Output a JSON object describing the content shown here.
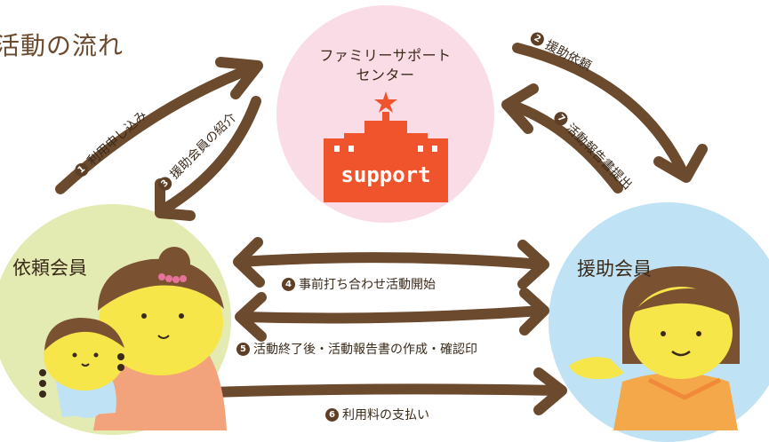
{
  "title": "活動の流れ",
  "center": {
    "line1": "ファミリーサポート",
    "line2": "センター",
    "sign": "support"
  },
  "roles": {
    "left": "依頼会員",
    "right": "援助会員"
  },
  "steps": [
    {
      "num": "1",
      "text": "利用申し込み"
    },
    {
      "num": "2",
      "text": "援助依頼"
    },
    {
      "num": "3",
      "text": "援助会員の紹介"
    },
    {
      "num": "4",
      "text": "事前打ち合わせ活動開始"
    },
    {
      "num": "5",
      "text": "活動終了後・活動報告書の作成・確認印"
    },
    {
      "num": "6",
      "text": "利用料の支払い"
    },
    {
      "num": "7",
      "text": "活動報告書提出"
    }
  ],
  "colors": {
    "arrow": "#6b4a2e",
    "center_circle": "#f9dce6",
    "left_circle": "#e3ebb3",
    "right_circle": "#bfe3f4",
    "building": "#f0542c",
    "skin": "#f7e64a",
    "hair": "#7a5232"
  }
}
